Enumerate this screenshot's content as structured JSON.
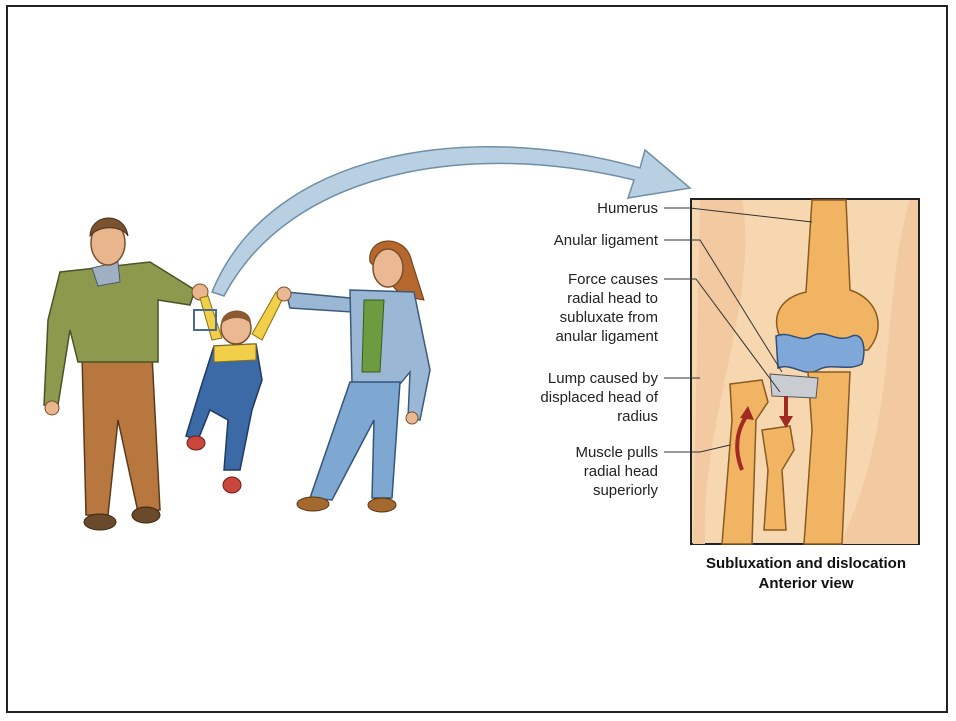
{
  "labels": {
    "humerus": "Humerus",
    "anular_ligament": "Anular ligament",
    "force_1": "Force causes",
    "force_2": "radial head to",
    "force_3": "subluxate from",
    "force_4": "anular ligament",
    "lump_1": "Lump caused by",
    "lump_2": "displaced head of",
    "lump_3": "radius",
    "muscle_1": "Muscle pulls",
    "muscle_2": "radial head",
    "muscle_3": "superiorly"
  },
  "caption": {
    "line1": "Subluxation and dislocation",
    "line2": "Anterior view"
  },
  "colors": {
    "arrow": "#b9cfe2",
    "bone": "#f0b463",
    "skin": "#f6d7b0",
    "ligament": "#7fa7d8",
    "muscle_arrow": "#a12a23"
  }
}
